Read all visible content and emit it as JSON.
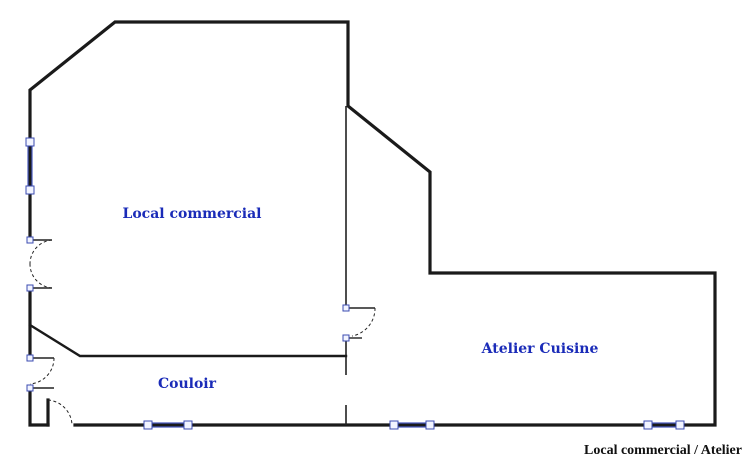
{
  "rooms": {
    "local_commercial": "Local commercial",
    "couloir": "Couloir",
    "atelier_cuisine": "Atelier Cuisine"
  },
  "caption": "Local commercial / Atelier",
  "colors": {
    "wall": "#1a1a1a",
    "room_label": "#1a2bb8",
    "window": "#3b4bb0"
  }
}
